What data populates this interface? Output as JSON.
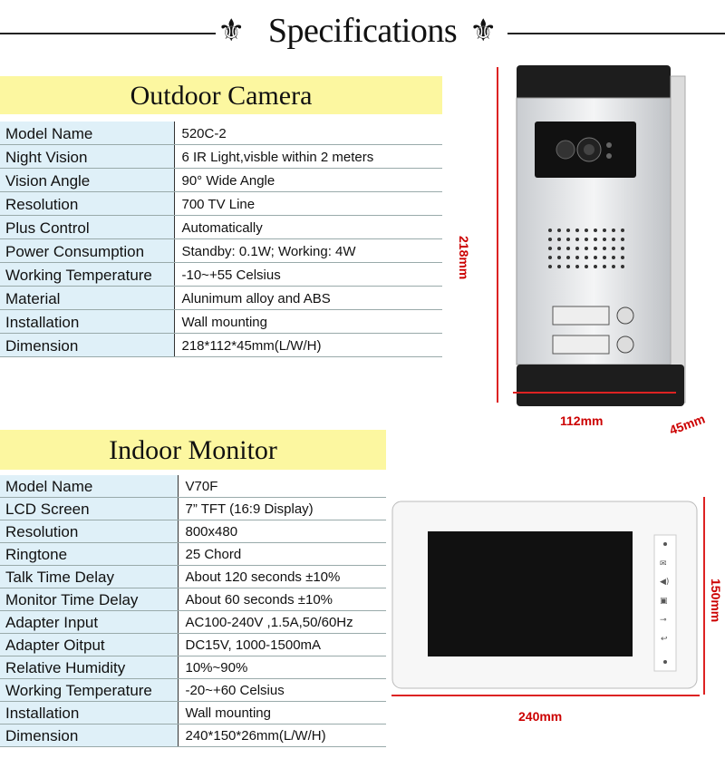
{
  "header": {
    "title": "Specifications"
  },
  "outdoor": {
    "title": "Outdoor Camera",
    "rows": [
      {
        "k": "Model Name",
        "v": "520C-2"
      },
      {
        "k": "Night Vision",
        "v": "6 IR Light,visble within 2 meters"
      },
      {
        "k": "Vision Angle",
        "v": "90° Wide Angle"
      },
      {
        "k": "Resolution",
        "v": "700 TV Line"
      },
      {
        "k": "Plus Control",
        "v": "Automatically"
      },
      {
        "k": "Power Consumption",
        "v": "Standby: 0.1W; Working: 4W"
      },
      {
        "k": "Working Temperature",
        "v": "-10~+55 Celsius"
      },
      {
        "k": "Material",
        "v": "Alunimum alloy and ABS"
      },
      {
        "k": "Installation",
        "v": "Wall mounting"
      },
      {
        "k": "Dimension",
        "v": "218*112*45mm(L/W/H)"
      }
    ],
    "dims": {
      "height": "218mm",
      "width": "112mm",
      "depth": "45mm"
    }
  },
  "indoor": {
    "title": "Indoor Monitor",
    "rows": [
      {
        "k": "Model Name",
        "v": "V70F"
      },
      {
        "k": "LCD Screen",
        "v": "7” TFT (16:9 Display)"
      },
      {
        "k": "Resolution",
        "v": "800x480"
      },
      {
        "k": "Ringtone",
        "v": "25 Chord"
      },
      {
        "k": "Talk Time Delay",
        "v": "About 120 seconds ±10%"
      },
      {
        "k": "Monitor Time Delay",
        "v": "About 60 seconds ±10%"
      },
      {
        "k": "Adapter Input",
        "v": "AC100-240V ,1.5A,50/60Hz"
      },
      {
        "k": "Adapter Oitput",
        "v": "DC15V, 1000-1500mA"
      },
      {
        "k": "Relative Humidity",
        "v": "10%~90%"
      },
      {
        "k": "Working Temperature",
        "v": "-20~+60 Celsius"
      },
      {
        "k": "Installation",
        "v": "Wall mounting"
      },
      {
        "k": "Dimension",
        "v": "240*150*26mm(L/W/H)"
      }
    ],
    "dims": {
      "width": "240mm",
      "height": "150mm"
    }
  }
}
